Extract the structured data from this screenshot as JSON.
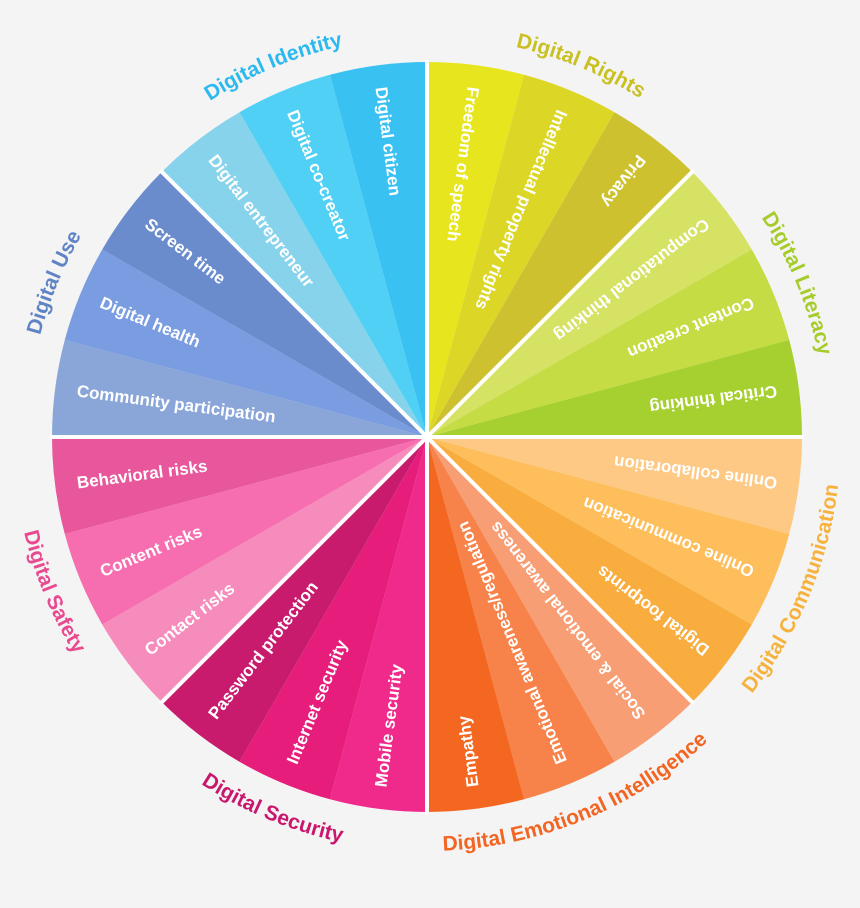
{
  "groups": [
    {
      "title": "Digital Identity",
      "color": "#2bb9ef",
      "segments": [
        {
          "label": "Digital entrepreneur",
          "color": "#88d3ec"
        },
        {
          "label": "Digital co-creator",
          "color": "#4fd0f4"
        },
        {
          "label": "Digital citizen",
          "color": "#39c1f2"
        }
      ]
    },
    {
      "title": "Digital Rights",
      "color": "#c9c024",
      "segments": [
        {
          "label": "Freedom of speech",
          "color": "#e7e61e"
        },
        {
          "label": "Intellectual property rights",
          "color": "#dcd726"
        },
        {
          "label": "Privacy",
          "color": "#cec130"
        }
      ]
    },
    {
      "title": "Digital Literacy",
      "color": "#a6cc2c",
      "segments": [
        {
          "label": "Computational thinking",
          "color": "#d6e264"
        },
        {
          "label": "Content creation",
          "color": "#c5dc44"
        },
        {
          "label": "Critical thinking",
          "color": "#a6cf30"
        }
      ]
    },
    {
      "title": "Digital Communication",
      "color": "#f7b23e",
      "segments": [
        {
          "label": "Online collaboration",
          "color": "#fdc985"
        },
        {
          "label": "Online communication",
          "color": "#fdbe5b"
        },
        {
          "label": "Digital footprints",
          "color": "#f9ad3e"
        }
      ]
    },
    {
      "title": "Digital Emotional Intelligence",
      "color": "#f26522",
      "segments": [
        {
          "label": "Social & emotional awareness",
          "color": "#f79e74"
        },
        {
          "label": "Emotional awareness/regulation",
          "color": "#f7834a"
        },
        {
          "label": "Empathy",
          "color": "#f36720"
        }
      ]
    },
    {
      "title": "Digital Security",
      "color": "#c8176d",
      "segments": [
        {
          "label": "Mobile security",
          "color": "#ef2a8a"
        },
        {
          "label": "Internet security",
          "color": "#e61d7b"
        },
        {
          "label": "Password protection",
          "color": "#c81b6e"
        }
      ]
    },
    {
      "title": "Digital Safety",
      "color": "#e8498f",
      "segments": [
        {
          "label": "Contact risks",
          "color": "#f68cbc"
        },
        {
          "label": "Content risks",
          "color": "#f66eaf"
        },
        {
          "label": "Behavioral risks",
          "color": "#e8569c"
        }
      ]
    },
    {
      "title": "Digital Use",
      "color": "#5f84c6",
      "segments": [
        {
          "label": "Community participation",
          "color": "#8aa6d8"
        },
        {
          "label": "Digital health",
          "color": "#7a9ce0"
        },
        {
          "label": "Screen time",
          "color": "#6a8ccd"
        }
      ]
    }
  ]
}
